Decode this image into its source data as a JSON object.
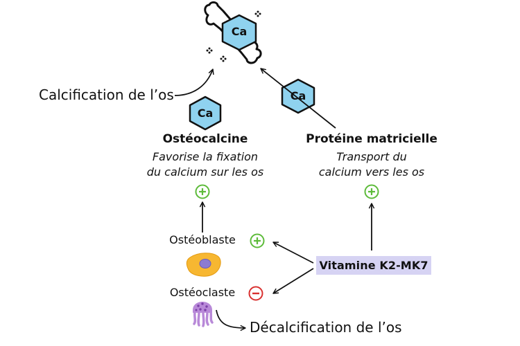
{
  "labels": {
    "bone_calcification": "Calcification de l’os",
    "osteocalcin": "Ostéocalcine",
    "osteocalcin_desc_1": "Favorise la fixation",
    "osteocalcin_desc_2": "du calcium sur les os",
    "matrix_protein": "Protéine matricielle",
    "matrix_protein_desc_1": "Transport du",
    "matrix_protein_desc_2": "calcium vers les os",
    "osteoblast": "Ostéoblaste",
    "osteoclast": "Ostéoclaste",
    "vitamin": "Vitamine K2-MK7",
    "decalcification": "Décalcification de l’os",
    "calcium_symbol": "Ca"
  },
  "colors": {
    "calcium_fill": "#8fd2ef",
    "plus_green": "#5dbb3a",
    "minus_red": "#d9302f",
    "vitamin_highlight": "#d6d3f3",
    "osteoblast_body": "#f7b731",
    "osteoblast_nucleus": "#8c7bd1",
    "osteoclast_body": "#b889d8",
    "osteoclast_dots": "#7b3fa8"
  },
  "icons": [
    "bone-icon",
    "calcium-hexagon-icon",
    "sparkle-icon",
    "plus-circle-icon",
    "minus-circle-icon",
    "osteoblast-cell-icon",
    "osteoclast-cell-icon"
  ]
}
